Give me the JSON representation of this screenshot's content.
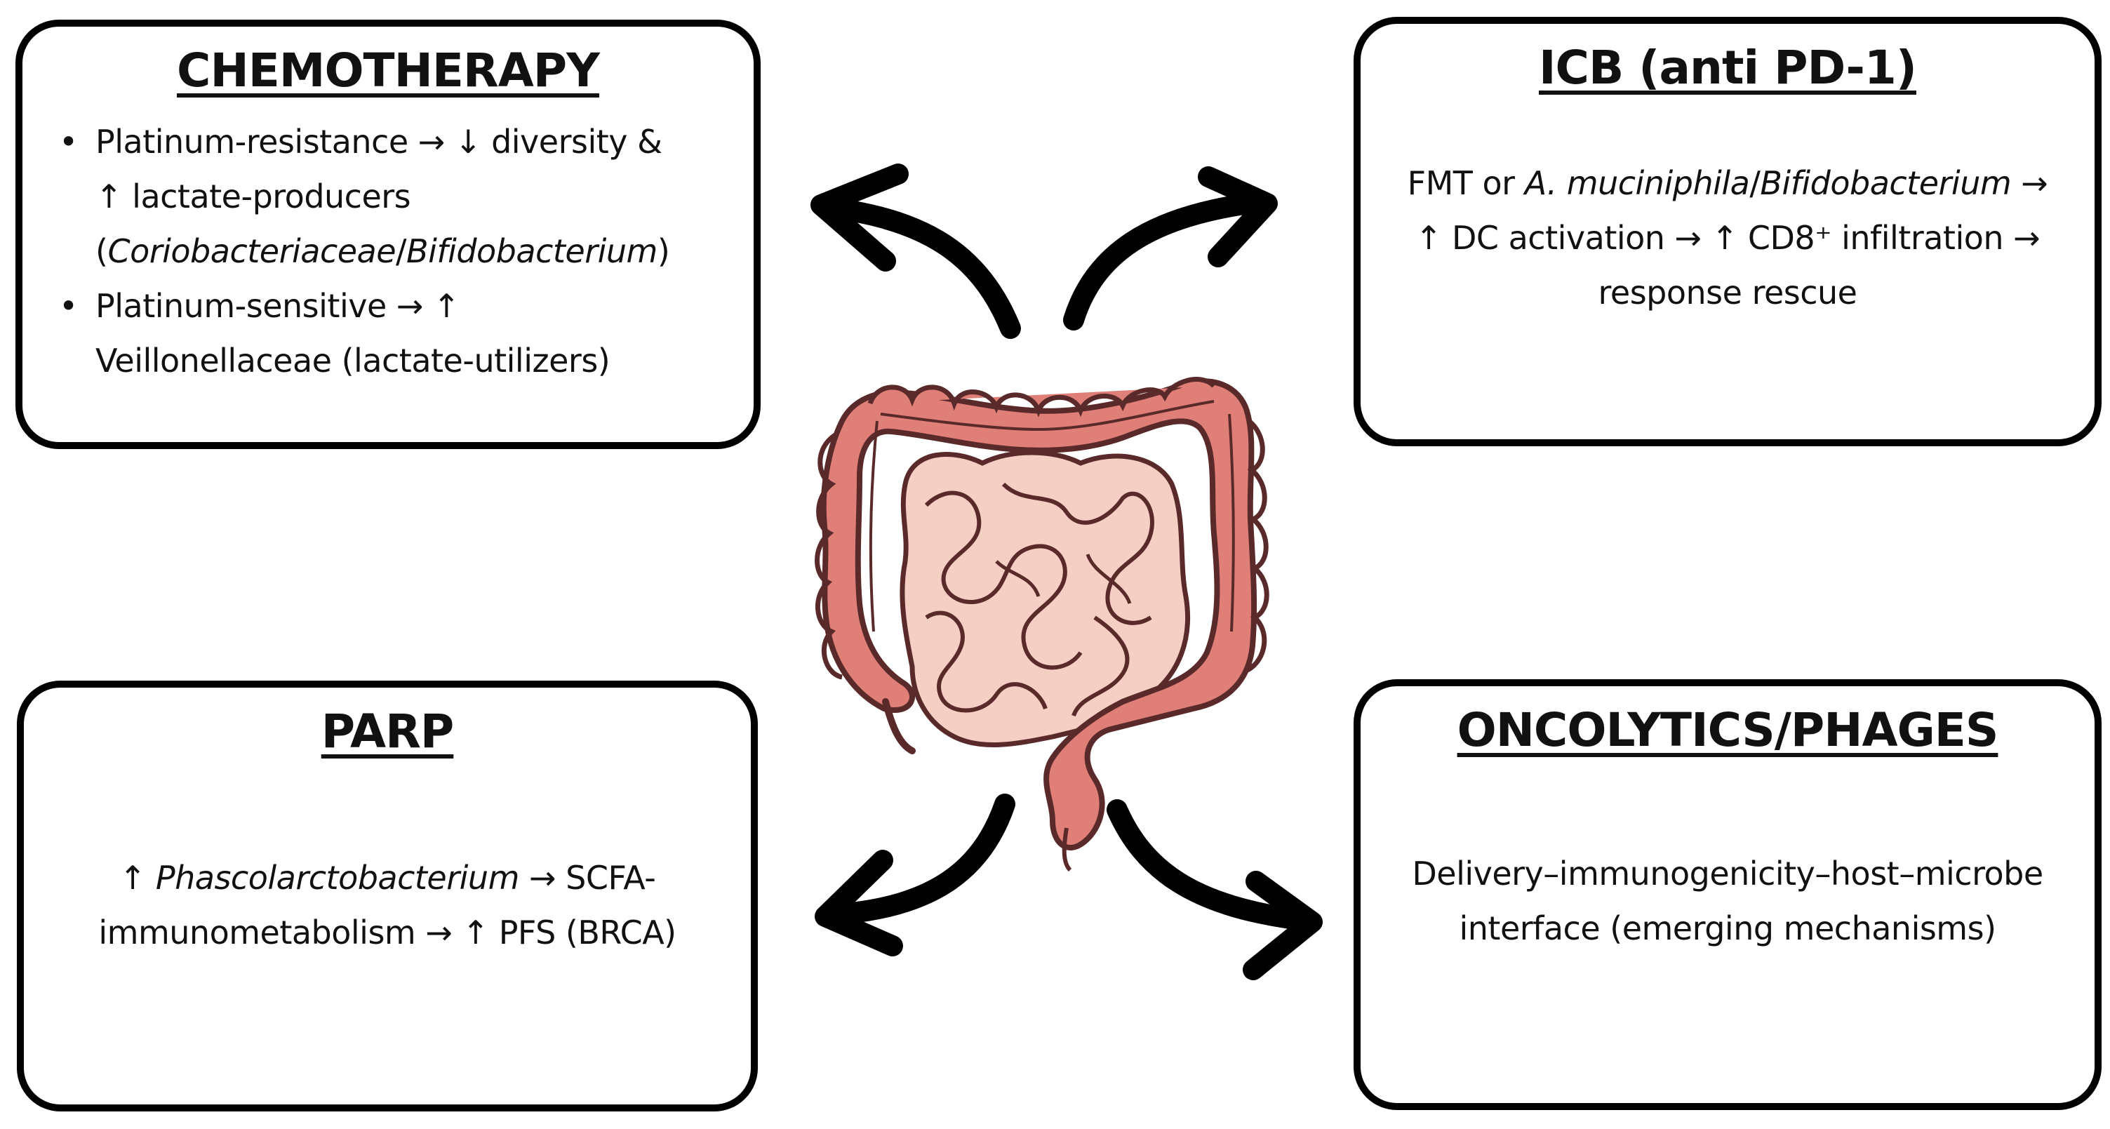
{
  "panels": {
    "chemotherapy": {
      "title": "CHEMOTHERAPY",
      "bullet_symbol": "•",
      "bullets": [
        {
          "line1": "Platinum-resistance → ↓ diversity &",
          "line2": "↑ lactate-producers",
          "line3_open": "(",
          "line3_italic_1": "Coriobacteriaceae",
          "line3_sep": "/",
          "line3_italic_2": "Bifidobacterium",
          "line3_close": ")"
        },
        {
          "line1": "Platinum-sensitive → ↑",
          "line2": "Veillonellaceae (lactate-utilizers)"
        }
      ]
    },
    "icb": {
      "title": "ICB (anti PD-1)",
      "line1_prefix": "FMT or ",
      "line1_italic_1": "A. muciniphila",
      "line1_sep": "/",
      "line1_italic_2": "Bifidobacterium",
      "line1_suffix": " →",
      "line2": "↑ DC activation → ↑ CD8⁺ infiltration →",
      "line3": "response rescue"
    },
    "parp": {
      "title": "PARP",
      "line1_prefix": "↑ ",
      "line1_italic": "Phascolarctobacterium",
      "line1_suffix": " → SCFA-",
      "line2": "immunometabolism → ↑ PFS (BRCA)"
    },
    "oncolytics": {
      "title": "ONCOLYTICS/PHAGES",
      "line1": "Delivery–immunogenicity–host–microbe",
      "line2": "interface (emerging mechanisms)"
    }
  },
  "center_image": {
    "icon": "intestine-illustration-icon"
  },
  "arrows": {
    "icon": "curved-arrow-icon",
    "color": "#000000"
  },
  "colors": {
    "colon_fill": "#e07f78",
    "colon_stroke": "#5a2a2a",
    "small_intestine_fill": "#f5cfc4",
    "small_intestine_stroke": "#5a2a2a"
  }
}
